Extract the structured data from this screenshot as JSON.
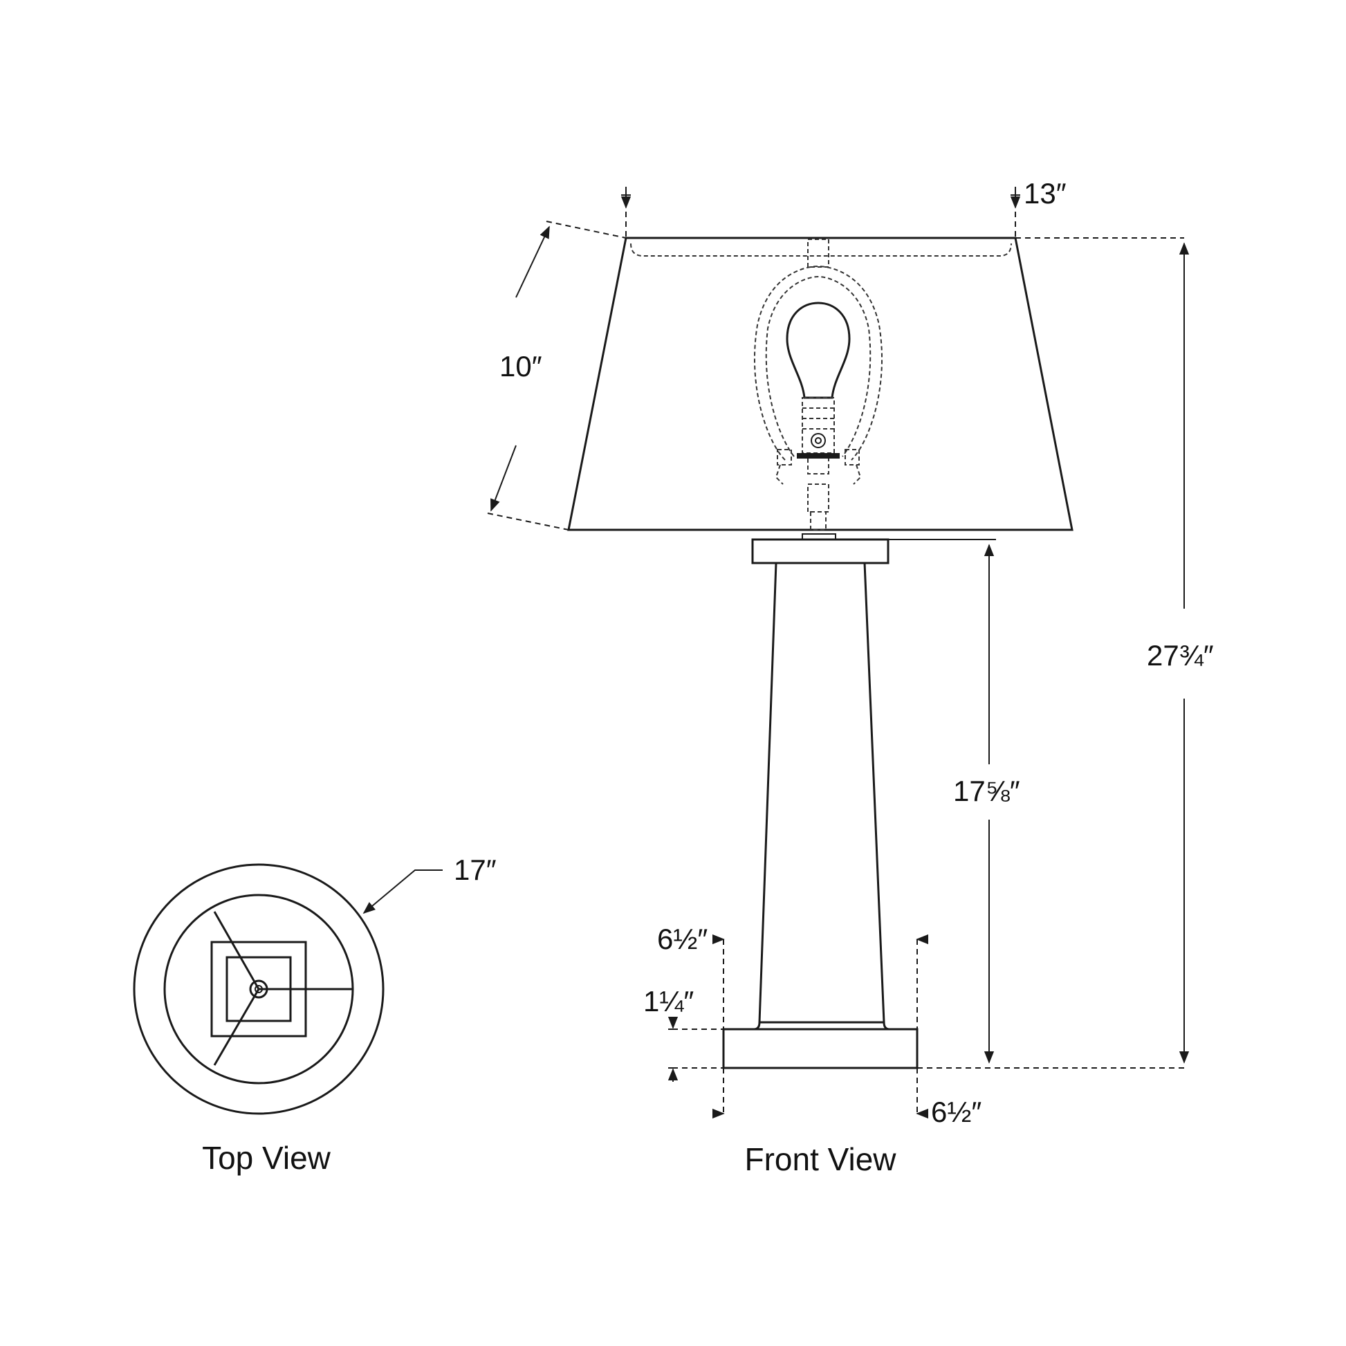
{
  "dimensions": {
    "shade_top_diameter": "13″",
    "shade_height": "10″",
    "overall_height": "27¾″",
    "base_to_shade_height": "17⅝″",
    "shade_bottom_diameter": "17″",
    "base_width_top": "6½″",
    "base_width_bottom": "6½″",
    "base_plinth_height": "1¼″"
  },
  "views": {
    "top": "Top View",
    "front": "Front View"
  },
  "colors": {
    "line": "#1a1a1a",
    "background": "#ffffff"
  }
}
